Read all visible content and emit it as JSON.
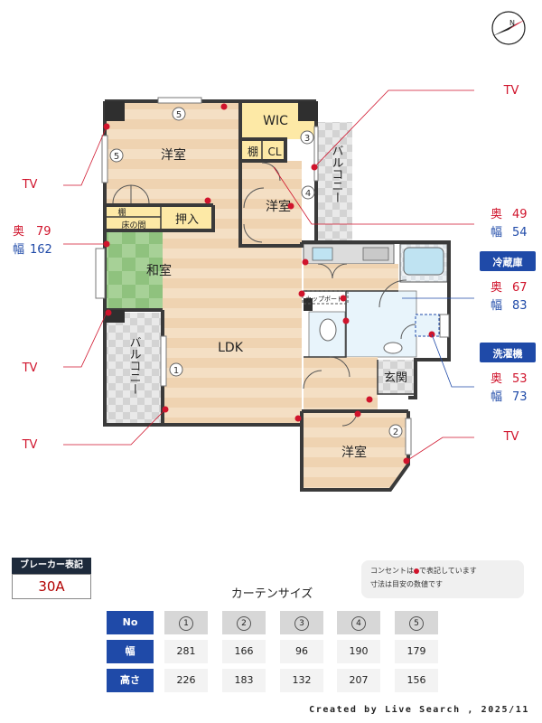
{
  "floorplan": {
    "rooms": {
      "yoshitsu_top": "洋室",
      "yoshitsu_mid": "洋室",
      "yoshitsu_bottom": "洋室",
      "washitsu": "和室",
      "ldk": "LDK",
      "wic": "WIC",
      "tana_small": "棚",
      "cl": "CL",
      "tana": "棚",
      "tokonoma": "床の間",
      "oshiire": "押入",
      "genkan": "玄関",
      "cupboard": "カップボード",
      "balcony_right": "バルコニー",
      "balcony_left": "バルコニー"
    },
    "window_numbers": [
      "1",
      "2",
      "3",
      "4",
      "5"
    ],
    "tv_labels": [
      "TV",
      "TV",
      "TV",
      "TV",
      "TV"
    ],
    "measurements": {
      "tokonoma": {
        "oku_label": "奥",
        "oku": "79",
        "haba_label": "幅",
        "haba": "162"
      },
      "wic": {
        "oku_label": "奥",
        "oku": "49",
        "haba_label": "幅",
        "haba": "54"
      },
      "fridge": {
        "title": "冷蔵庫",
        "oku_label": "奥",
        "oku": "67",
        "haba_label": "幅",
        "haba": "83"
      },
      "washer": {
        "title": "洗濯機",
        "oku_label": "奥",
        "oku": "53",
        "haba_label": "幅",
        "haba": "73"
      }
    }
  },
  "breaker": {
    "label": "ブレーカー表記",
    "value": "30A"
  },
  "note": {
    "line1_before": "コンセントは",
    "line1_after": "で表記しています",
    "line2": "寸法は目安の数値です"
  },
  "curtain": {
    "title": "カーテンサイズ",
    "header_label": "No",
    "width_label": "幅",
    "height_label": "高さ",
    "columns": [
      {
        "no": "1",
        "width": "281",
        "height": "226"
      },
      {
        "no": "2",
        "width": "166",
        "height": "183"
      },
      {
        "no": "3",
        "width": "96",
        "height": "132"
      },
      {
        "no": "4",
        "width": "190",
        "height": "207"
      },
      {
        "no": "5",
        "width": "179",
        "height": "156"
      }
    ]
  },
  "credit": "Created by Live Search , 2025/11",
  "colors": {
    "outlet": "#d0142c",
    "blue_label": "#1f4aa8",
    "wood": "#f2dcc0",
    "tatami": "#9cc98a",
    "wall": "#333333"
  }
}
